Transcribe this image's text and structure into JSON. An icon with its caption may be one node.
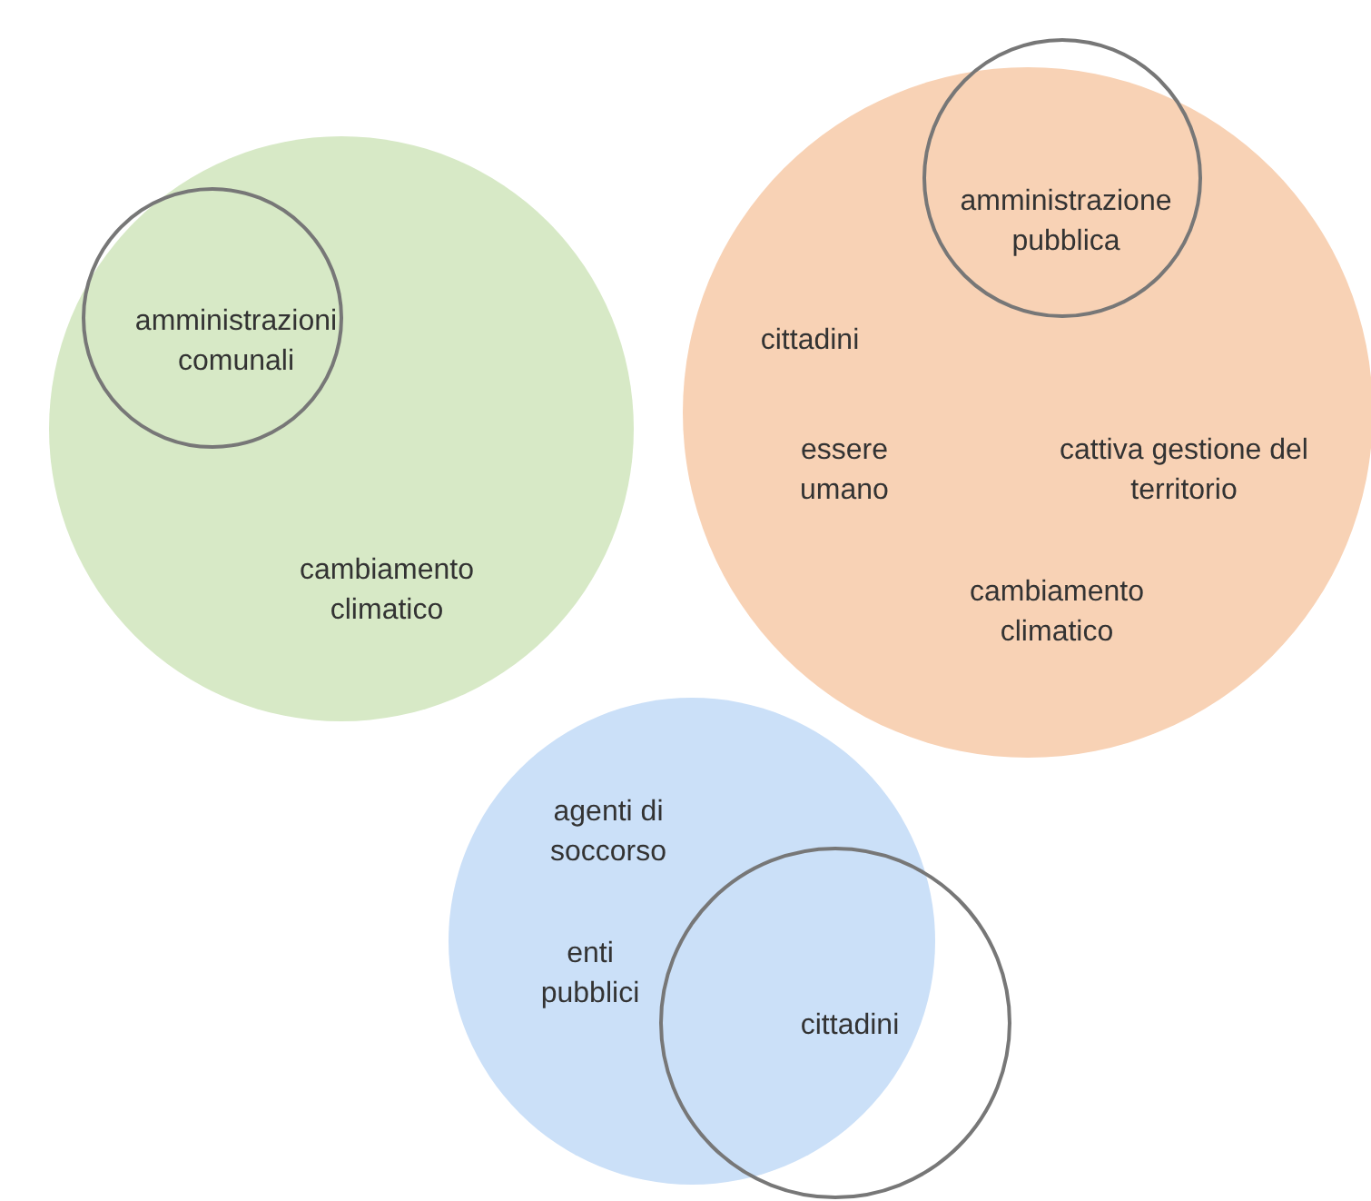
{
  "diagram": {
    "nodes": [
      {
        "text": [
          "cambiamento climatico"
        ]
      },
      {
        "text": [
          "amministrazioni comunali"
        ],
        "in": 0
      },
      {
        "text": [
          "cittadini",
          "essere umano",
          "cattiva gestione del territorio",
          "cambiamento climatico"
        ]
      },
      {
        "text": [
          "amministrazione pubblica"
        ]
      },
      {
        "text": [
          "agenti di soccorso",
          "enti pubblici"
        ]
      },
      {
        "text": [
          "cittadini"
        ]
      }
    ]
  }
}
